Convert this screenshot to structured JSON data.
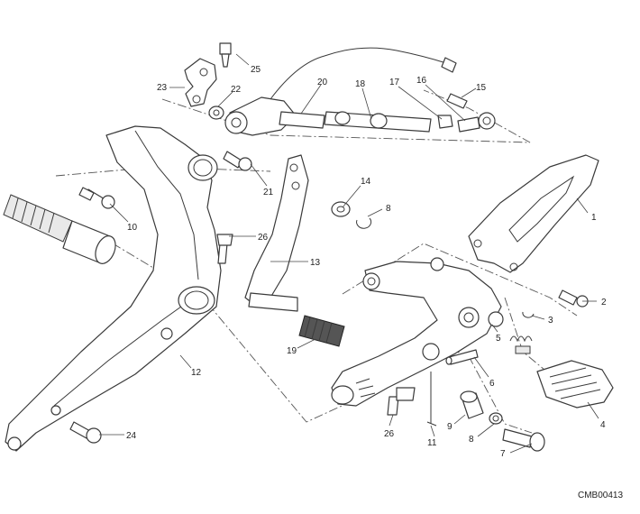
{
  "drawing_code": "CMB00413",
  "callouts": {
    "c1": "1",
    "c2": "2",
    "c3": "3",
    "c4": "4",
    "c5": "5",
    "c6": "6",
    "c7": "7",
    "c8a": "8",
    "c8b": "8",
    "c9": "9",
    "c10": "10",
    "c11": "11",
    "c12": "12",
    "c13": "13",
    "c14": "14",
    "c15": "15",
    "c16": "16",
    "c17": "17",
    "c18": "18",
    "c19": "19",
    "c20": "20",
    "c21": "21",
    "c22": "22",
    "c23": "23",
    "c24": "24",
    "c25": "25",
    "c26a": "26",
    "c26b": "26"
  }
}
